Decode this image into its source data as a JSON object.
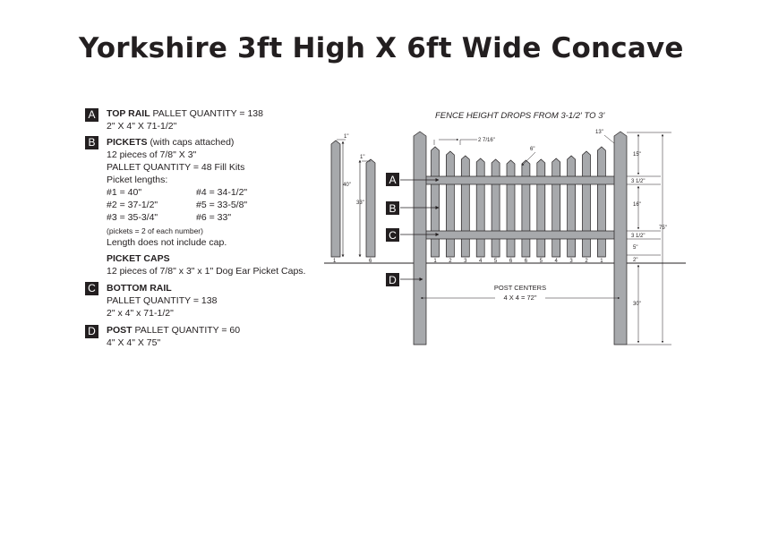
{
  "title": "Yorkshire 3ft High X 6ft Wide Concave",
  "legend": {
    "a": {
      "badge": "A",
      "name": "TOP RAIL",
      "qty": "PALLET QUANTITY = 138",
      "size": "2\" X 4\" X 71-1/2\""
    },
    "b": {
      "badge": "B",
      "name": "PICKETS",
      "note": "(with caps attached)",
      "pieces": "12 pieces of 7/8\" X 3\"",
      "qty": "PALLET QUANTITY = 48 Fill Kits",
      "lengths_label": "Picket lengths:",
      "lengths_left": [
        "#1 = 40\"",
        "#2 = 37-1/2\"",
        "#3 = 35-3/4\""
      ],
      "lengths_right": [
        "#4 = 34-1/2\"",
        "#5 = 33-5/8\"",
        "#6 = 33\""
      ],
      "pair_note": "(pickets = 2 of each number)",
      "cap_note": "Length does not include cap."
    },
    "caps": {
      "name": "PICKET CAPS",
      "desc": "12 pieces of 7/8\" x 3\" x 1\" Dog Ear Picket Caps."
    },
    "c": {
      "badge": "C",
      "name": "BOTTOM RAIL",
      "qty": "PALLET QUANTITY = 138",
      "size": "2\" x 4\" x 71-1/2\""
    },
    "d": {
      "badge": "D",
      "name": "POST",
      "qty": "PALLET QUANTITY = 60",
      "size": "4\" X 4\" X 75\""
    }
  },
  "diagram": {
    "heading": "FENCE HEIGHT DROPS FROM 3-1/2' TO 3'",
    "callouts": [
      "A",
      "B",
      "C",
      "D"
    ],
    "picket_numbers": [
      "1",
      "2",
      "3",
      "4",
      "5",
      "6",
      "6",
      "5",
      "4",
      "3",
      "2",
      "1"
    ],
    "side_picket_numbers": [
      "1",
      "6"
    ],
    "side_dims": [
      "1\"",
      "1\"",
      "40\"",
      "33\""
    ],
    "spacing": "2 7/16\"",
    "cap_height": "6\"",
    "post_cap": "13\"",
    "right_dims": [
      "15\"",
      "3 1/2\"",
      "16\"",
      "3 1/2\"",
      "5\"",
      "2\"",
      "30\"",
      "75\""
    ],
    "post_centers_label": "POST CENTERS",
    "post_centers_value": "4 X 4 = 72\""
  },
  "colors": {
    "wood": "#a7a9ac",
    "ink": "#231f20"
  }
}
